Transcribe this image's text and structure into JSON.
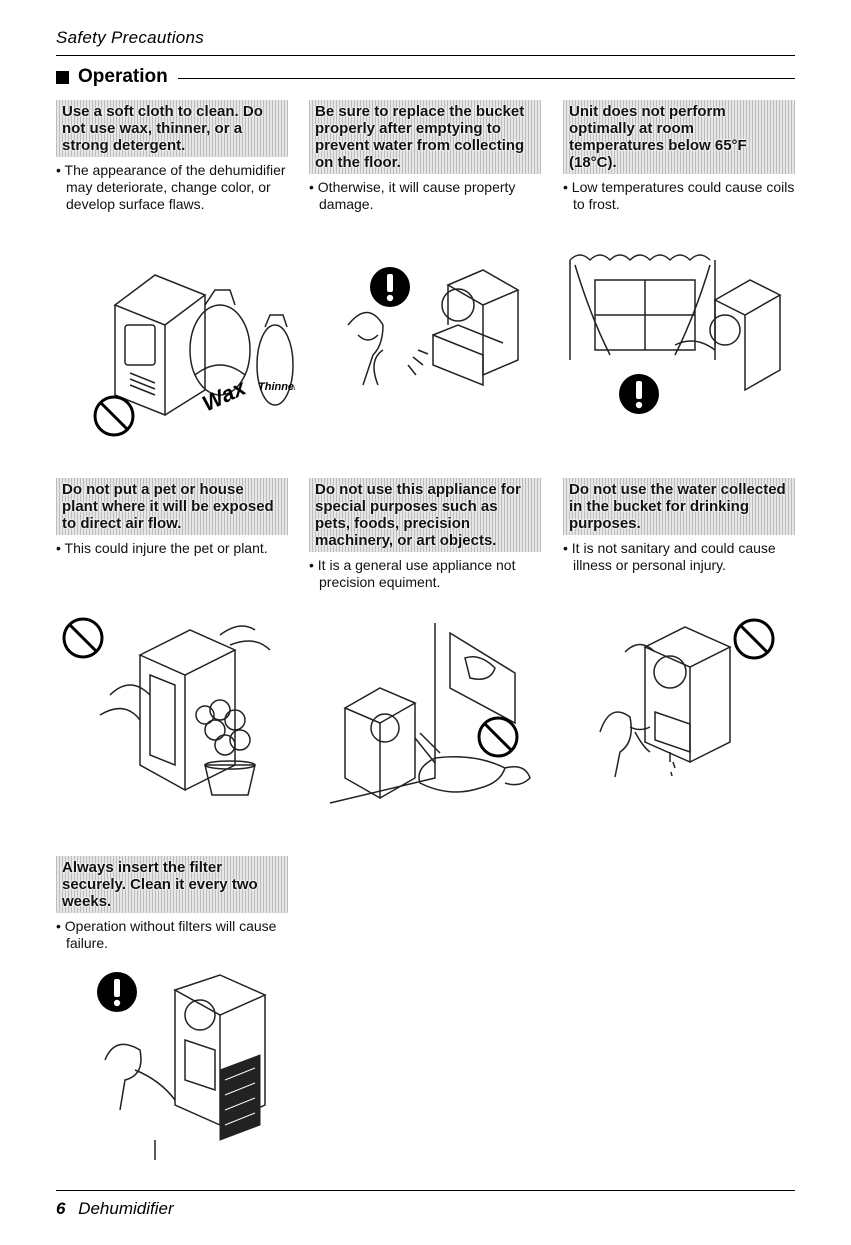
{
  "header": {
    "section_title": "Safety Precautions",
    "heading": "Operation"
  },
  "cards": [
    {
      "callout": "Use a soft cloth to clean. Do not use wax, thinner, or a strong detergent.",
      "description": "• The appearance of the dehumidifier may deteriorate, change color, or develop surface flaws.",
      "symbol": "prohibition-icon",
      "label_text": "Wax",
      "label_text2": "Thinner"
    },
    {
      "callout": "Be sure to replace the bucket properly after emptying to prevent water from collecting on the floor.",
      "description": "• Otherwise, it will cause property damage.",
      "symbol": "warning-icon"
    },
    {
      "callout": "Unit does not perform optimally at room temperatures below 65°F (18°C).",
      "description": "• Low temperatures could cause coils to frost.",
      "symbol": "warning-icon"
    },
    {
      "callout": "Do not put a pet or house plant where it will be exposed to direct air flow.",
      "description": "• This could injure the pet or plant.",
      "symbol": "prohibition-icon"
    },
    {
      "callout": "Do not use this appliance for special purposes such as pets, foods, precision machinery, or art objects.",
      "description": "• It is a general use appliance not precision equiment.",
      "symbol": "prohibition-icon"
    },
    {
      "callout": "Do not use the water collected in the bucket for drinking purposes.",
      "description": "• It is not sanitary and could cause illness or personal injury.",
      "symbol": "prohibition-icon"
    },
    {
      "callout": "Always insert the filter securely. Clean it every two weeks.",
      "description": "• Operation without filters will cause failure.",
      "symbol": "warning-icon"
    }
  ],
  "footer": {
    "page_number": "6",
    "product": "Dehumidifier"
  }
}
